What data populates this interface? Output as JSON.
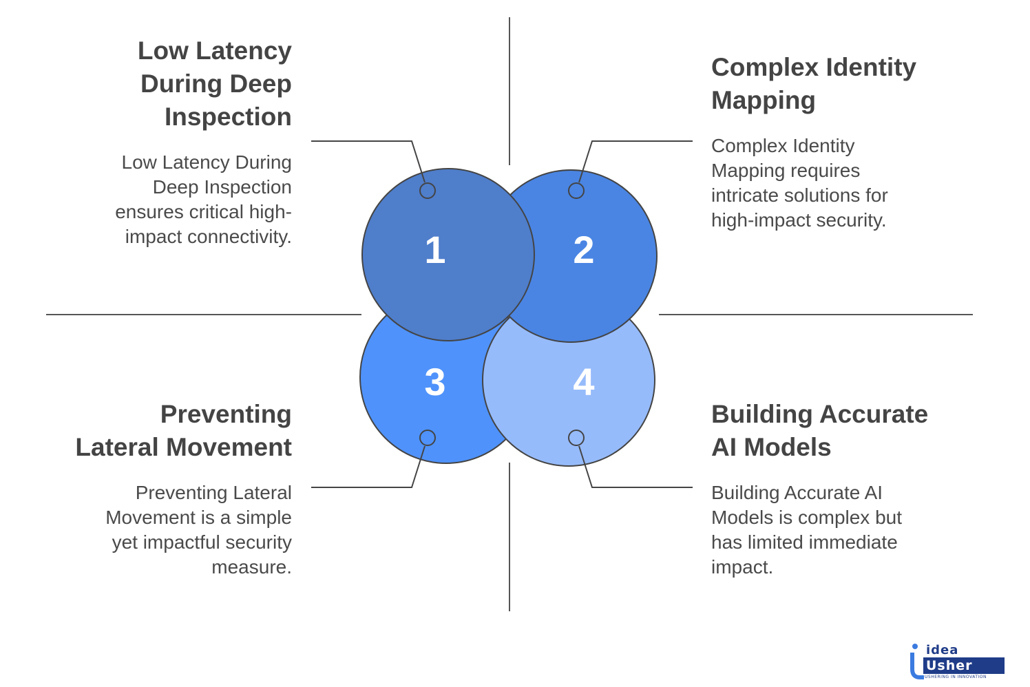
{
  "quadrants": [
    {
      "number": "1",
      "title": "Low Latency\nDuring Deep\nInspection",
      "description": "Low Latency During\nDeep Inspection\nensures critical high-\nimpact connectivity.",
      "color": "#4f7ecb"
    },
    {
      "number": "2",
      "title": "Complex Identity\nMapping",
      "description": "Complex Identity\nMapping requires\nintricate solutions for\nhigh-impact security.",
      "color": "#4a85e3"
    },
    {
      "number": "3",
      "title": "Preventing\nLateral Movement",
      "description": "Preventing Lateral\nMovement is a simple\nyet impactful security\nmeasure.",
      "color": "#4f92fb"
    },
    {
      "number": "4",
      "title": "Building Accurate\nAI Models",
      "description": "Building Accurate AI\nModels is complex but\nhas limited immediate\nimpact.",
      "color": "#96bbfb"
    }
  ],
  "logo": {
    "top": "idea",
    "main": "Usher",
    "tagline": "USHERING IN INNOVATION"
  }
}
